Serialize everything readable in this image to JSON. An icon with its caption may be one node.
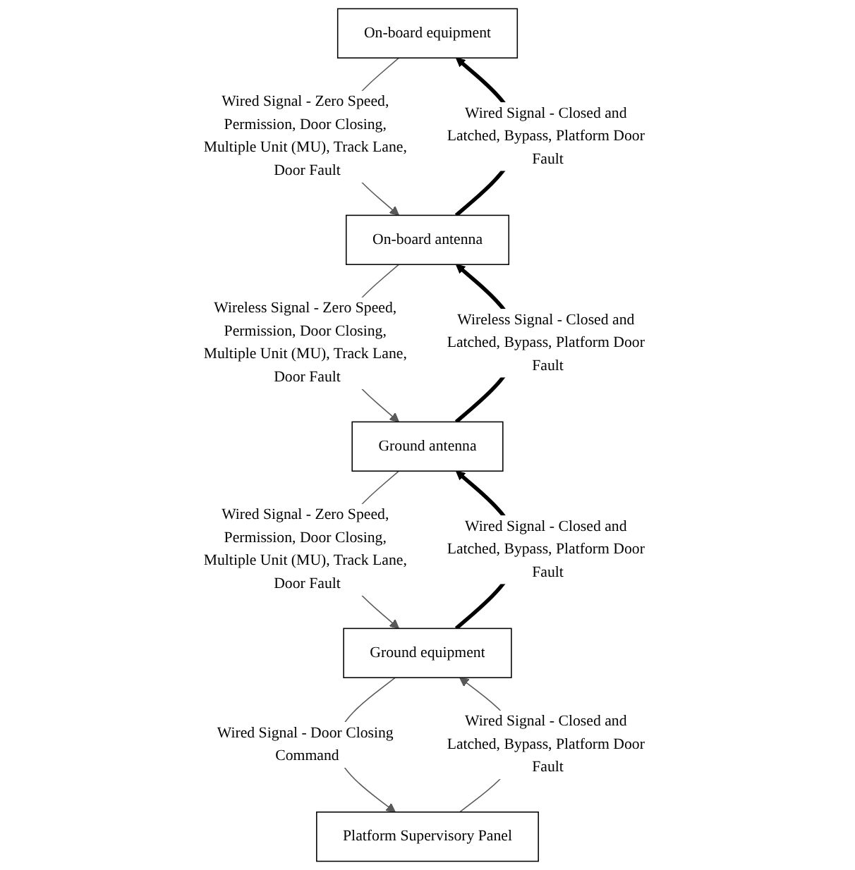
{
  "diagram": {
    "nodes": [
      {
        "text": [
          "On-board equipment"
        ]
      },
      {
        "text": [
          "On-board antenna"
        ]
      },
      {
        "text": [
          "Ground antenna"
        ]
      },
      {
        "text": [
          "Ground equipment"
        ]
      },
      {
        "text": [
          "Platform Supervisory Panel"
        ]
      }
    ],
    "edges": [
      {
        "from": 0,
        "to": 1,
        "arrow": "to",
        "label": "Wired Signal - Zero Speed, Permission, Door Closing, Multiple Unit (MU), Track Lane, Door Fault"
      },
      {
        "from": 1,
        "to": 0,
        "arrow": "to",
        "label": "Wired Signal - Closed and Latched, Bypass, Platform Door Fault",
        "style": "thick",
        "color": "#000000"
      },
      {
        "from": 1,
        "to": 2,
        "arrow": "to",
        "label": "Wireless Signal - Zero Speed, Permission, Door Closing, Multiple Unit (MU), Track Lane, Door Fault"
      },
      {
        "from": 2,
        "to": 1,
        "arrow": "to",
        "label": "Wireless Signal - Closed and Latched, Bypass, Platform Door Fault",
        "style": "thick",
        "color": "#000000"
      },
      {
        "from": 2,
        "to": 3,
        "arrow": "to",
        "label": "Wired Signal - Zero Speed, Permission, Door Closing, Multiple Unit (MU), Track Lane, Door Fault"
      },
      {
        "from": 3,
        "to": 2,
        "arrow": "to",
        "label": "Wired Signal - Closed and Latched, Bypass, Platform Door Fault",
        "style": "thick",
        "color": "#000000"
      },
      {
        "from": 3,
        "to": 4,
        "arrow": "to",
        "label": "Wired Signal - Door Closing Command"
      },
      {
        "from": 4,
        "to": 3,
        "arrow": "to",
        "label": "Wired Signal - Closed and Latched, Bypass, Platform Door Fault"
      }
    ]
  }
}
